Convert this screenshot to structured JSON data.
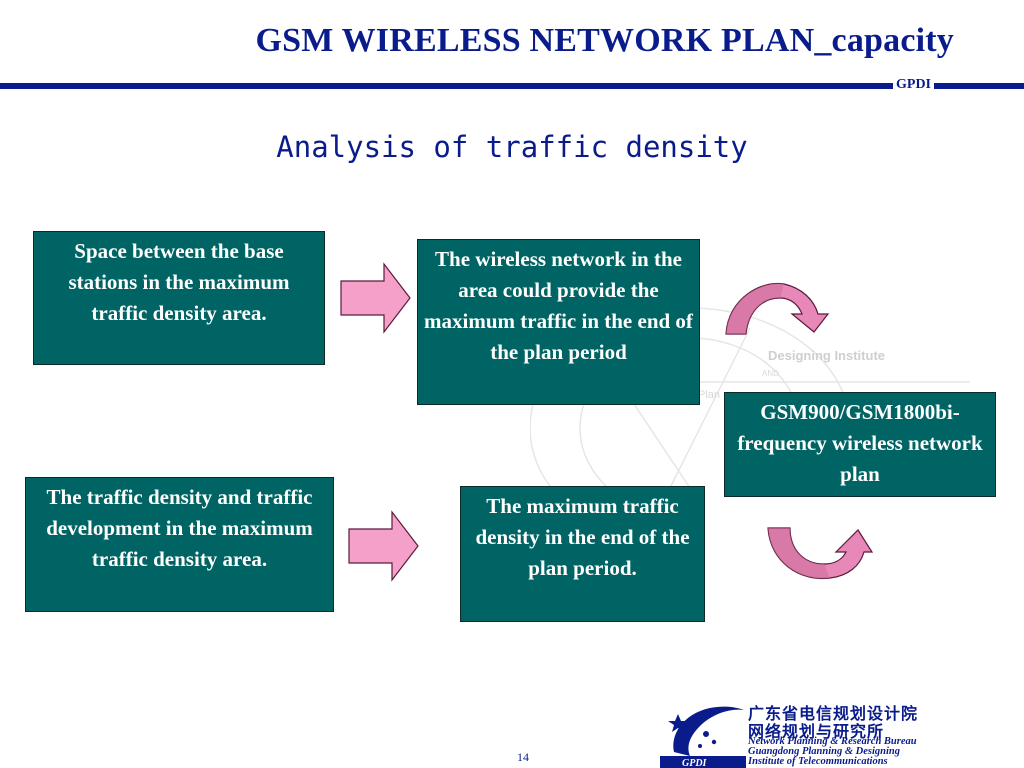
{
  "header": {
    "title": "GSM WIRELESS NETWORK PLAN_capacity",
    "tag": "GPDI"
  },
  "subtitle": "Analysis of traffic density",
  "boxes": {
    "top_left": "Space between the base stations in the maximum traffic density area.",
    "top_middle": "The wireless network in the area could provide the maximum traffic in the end of the plan period",
    "right": "GSM900/GSM1800bi-frequency wireless network plan",
    "bottom_left": "The traffic density and traffic development in the maximum traffic density area.",
    "bottom_middle": "The maximum traffic density in the end of the plan period."
  },
  "watermark": {
    "line1": "Designing Institute",
    "line2": "AND",
    "line3": "Plan"
  },
  "footer": {
    "cn_line1": "广东省电信规划设计院",
    "cn_line2": "网络规划与研究所",
    "en_line1": "Network Planning & Research Bureau",
    "en_line2": "Guangdong Planning & Designing",
    "en_line3": "Institute of Telecommunications",
    "logo_text": "GPDI",
    "page_number": "14"
  },
  "colors": {
    "title_blue": "#0a1c8c",
    "box_teal": "#006464",
    "arrow_pink": "#f4a0c8"
  }
}
